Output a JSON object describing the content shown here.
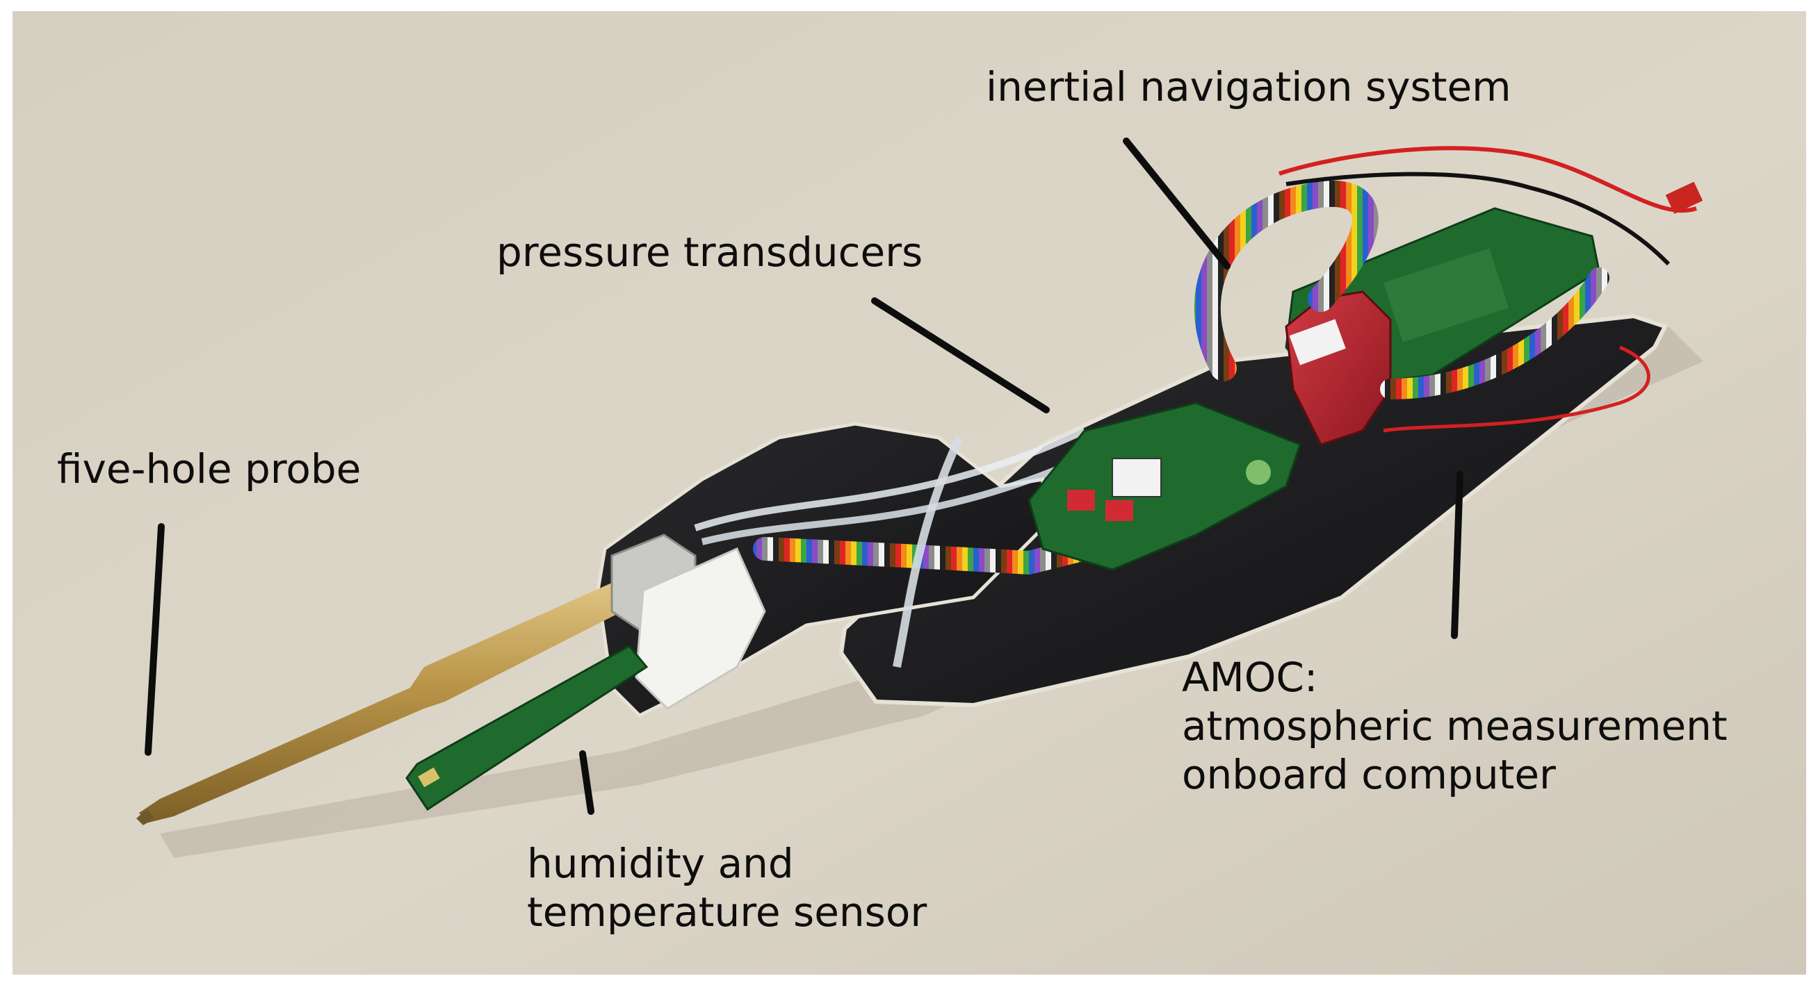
{
  "labels": {
    "ins": "inertial navigation system",
    "pressure": "pressure transducers",
    "probe": "five-hole probe",
    "humidity_line1": "humidity and",
    "humidity_line2": "temperature sensor",
    "amoc_line1": "AMOC:",
    "amoc_line2": "atmospheric measurement",
    "amoc_line3": "onboard computer"
  },
  "colors": {
    "background": "#d9d3c6",
    "frame": "#ffffff",
    "carbon_plate": "#1c1c1e",
    "brass_probe": "#b4934a",
    "pcb_green": "#1f6b2e",
    "ins_housing_red": "#b3202a",
    "leader_line": "#0d0d0d"
  }
}
